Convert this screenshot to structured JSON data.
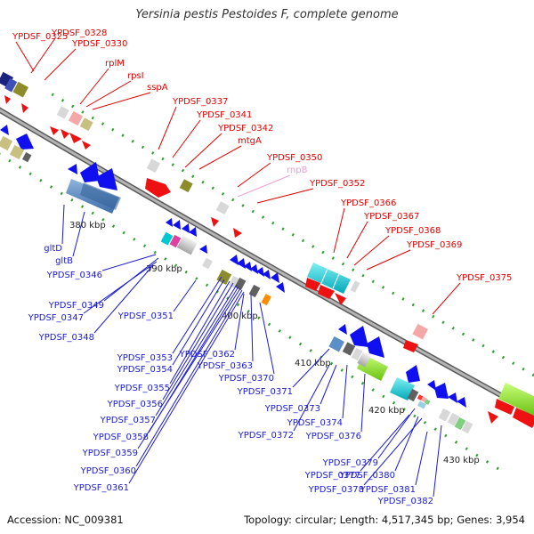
{
  "title": "Yersinia pestis Pestoides F, complete genome",
  "footer": {
    "accession": "Accession: NC_009381",
    "topology": "Topology: circular; Length: 4,517,345 bp; Genes: 3,954"
  },
  "colors": {
    "forward_label": "#e60000",
    "reverse_label": "#1a1ad6",
    "rna_label": "#f0a0d0",
    "backbone": "#8a8a8a",
    "tick_dots": "#2e9e2e",
    "arrow_red": "#ee1111",
    "arrow_blue": "#0f0ff0"
  },
  "tick_labels": [
    "380 kbp",
    "390 kbp",
    "400 kbp",
    "410 kbp",
    "420 kbp",
    "430 kbp"
  ],
  "forward_labels": [
    "YPDSF_0325",
    "YPDSF_0328",
    "YPDSF_0330",
    "rplM",
    "rpsI",
    "sspA",
    "YPDSF_0337",
    "YPDSF_0341",
    "YPDSF_0342",
    "mtgA",
    "YPDSF_0350",
    "rnpB",
    "YPDSF_0352",
    "YPDSF_0366",
    "YPDSF_0367",
    "YPDSF_0368",
    "YPDSF_0369",
    "YPDSF_0375"
  ],
  "reverse_labels": [
    "gltD",
    "gltB",
    "YPDSF_0346",
    "YPDSF_0349",
    "YPDSF_0347",
    "YPDSF_0351",
    "YPDSF_0348",
    "YPDSF_0353",
    "YPDSF_0362",
    "YPDSF_0354",
    "YPDSF_0363",
    "YPDSF_0355",
    "YPDSF_0370",
    "YPDSF_0356",
    "YPDSF_0371",
    "YPDSF_0357",
    "YPDSF_0373",
    "YPDSF_0358",
    "YPDSF_0374",
    "YPDSF_0372",
    "YPDSF_0376",
    "YPDSF_0359",
    "YPDSF_0360",
    "YPDSF_0379",
    "YPDSF_0361",
    "YPDSF_0377",
    "YPDSF_0380",
    "YPDSF_0378",
    "YPDSF_0381",
    "YPDSF_0382"
  ]
}
